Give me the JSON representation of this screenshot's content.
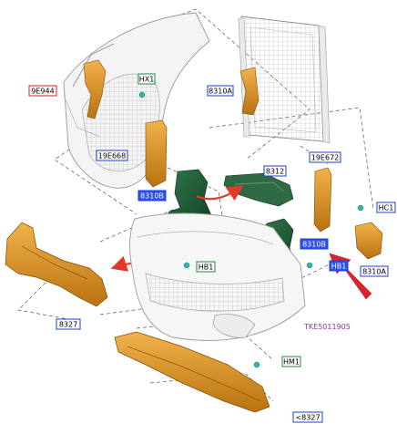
{
  "labels": {
    "l9e944": "9E944",
    "hx1": "HX1",
    "l8310a_top": "8310A",
    "l19e668": "19E668",
    "l8312": "8312",
    "l19e672": "19E672",
    "l8310b_left": "8310B",
    "hc1": "HC1",
    "l8310b_right": "8310B",
    "hb1_right": "HB1",
    "hb1_left": "HB1",
    "l8310a_right": "8310A",
    "l8327_left": "8327",
    "tke": "TKE5011905",
    "hm1": "HM1",
    "l8327_bottom": "<8327"
  },
  "colors": {
    "orange_part": "#e39a2a",
    "orange_dark": "#a8650f",
    "green_part": "#1f5a36",
    "green_light": "#5f8f6e",
    "teal_clip": "#35b3a3",
    "blue_label_border": "#1b3fd8",
    "red_label_border": "#d42020",
    "green_label_border": "#1e8a34",
    "highlight_fill": "#2b4ff0",
    "arrow_red": "#e23a2a",
    "pointer_red": "#d8242c",
    "purple_text": "#9a2fa8"
  }
}
